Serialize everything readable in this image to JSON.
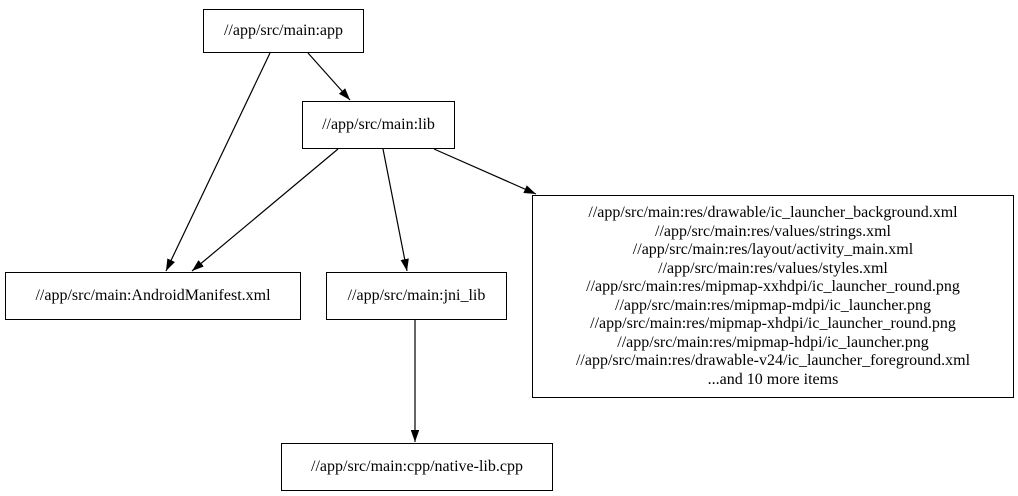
{
  "diagram": {
    "type": "dependency-graph",
    "background_color": "#ffffff",
    "node_fill_color": "#ffffff",
    "node_border_color": "#000000",
    "edge_color": "#000000",
    "text_color": "#000000",
    "nodes": {
      "app": {
        "label": "//app/src/main:app"
      },
      "lib": {
        "label": "//app/src/main:lib"
      },
      "manifest": {
        "label": "//app/src/main:AndroidManifest.xml"
      },
      "jni_lib": {
        "label": "//app/src/main:jni_lib"
      },
      "native_lib": {
        "label": "//app/src/main:cpp/native-lib.cpp"
      },
      "resources": {
        "lines": [
          "//app/src/main:res/drawable/ic_launcher_background.xml",
          "//app/src/main:res/values/strings.xml",
          "//app/src/main:res/layout/activity_main.xml",
          "//app/src/main:res/values/styles.xml",
          "//app/src/main:res/mipmap-xxhdpi/ic_launcher_round.png",
          "//app/src/main:res/mipmap-mdpi/ic_launcher.png",
          "//app/src/main:res/mipmap-xhdpi/ic_launcher_round.png",
          "//app/src/main:res/mipmap-hdpi/ic_launcher.png",
          "//app/src/main:res/drawable-v24/ic_launcher_foreground.xml",
          "...and 10 more items"
        ]
      }
    },
    "edges": [
      {
        "from": "app",
        "to": "lib"
      },
      {
        "from": "app",
        "to": "manifest"
      },
      {
        "from": "lib",
        "to": "manifest"
      },
      {
        "from": "lib",
        "to": "jni_lib"
      },
      {
        "from": "lib",
        "to": "resources"
      },
      {
        "from": "jni_lib",
        "to": "native_lib"
      }
    ]
  }
}
